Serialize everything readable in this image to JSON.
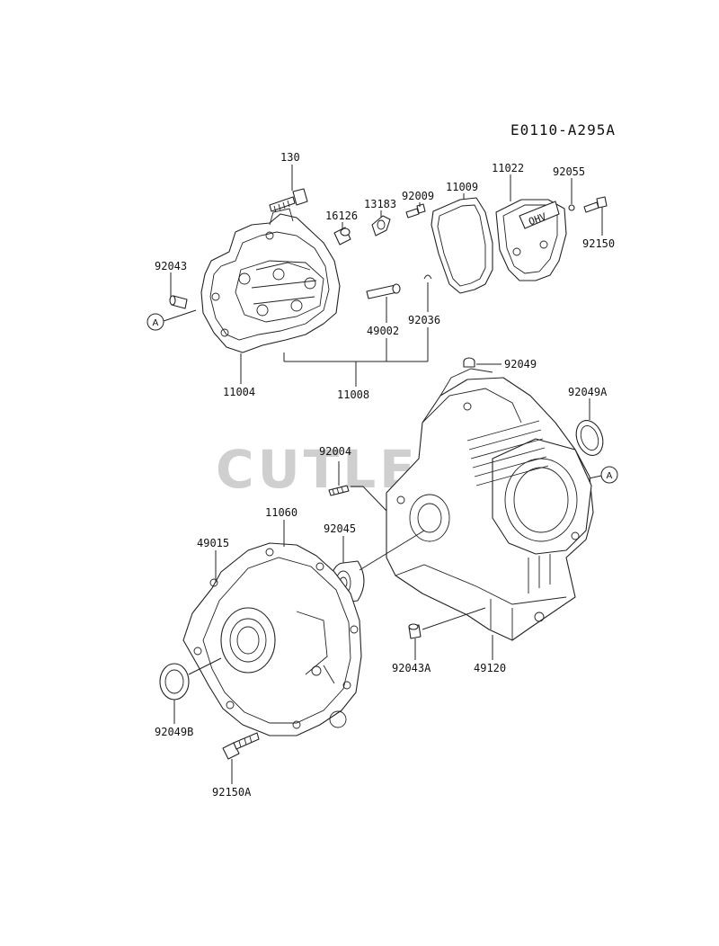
{
  "diagram": {
    "code": "E0110-A295A",
    "watermark": "CUTLERS",
    "reference_marks": [
      "A",
      "A"
    ],
    "part_numbers": {
      "p130": "130",
      "p92043": "92043",
      "p11004": "11004",
      "p16126": "16126",
      "p13183": "13183",
      "p92009": "92009",
      "p11009": "11009",
      "p11022": "11022",
      "p92055": "92055",
      "p92150": "92150",
      "p49002": "49002",
      "p92036": "92036",
      "p11008": "11008",
      "p92049": "92049",
      "p92049A": "92049A",
      "p92004": "92004",
      "p11060": "11060",
      "p49015": "49015",
      "p92045": "92045",
      "p92043A": "92043A",
      "p49120": "49120",
      "p92049B": "92049B",
      "p92150A": "92150A"
    },
    "valve_cover_marking": "OHV"
  }
}
